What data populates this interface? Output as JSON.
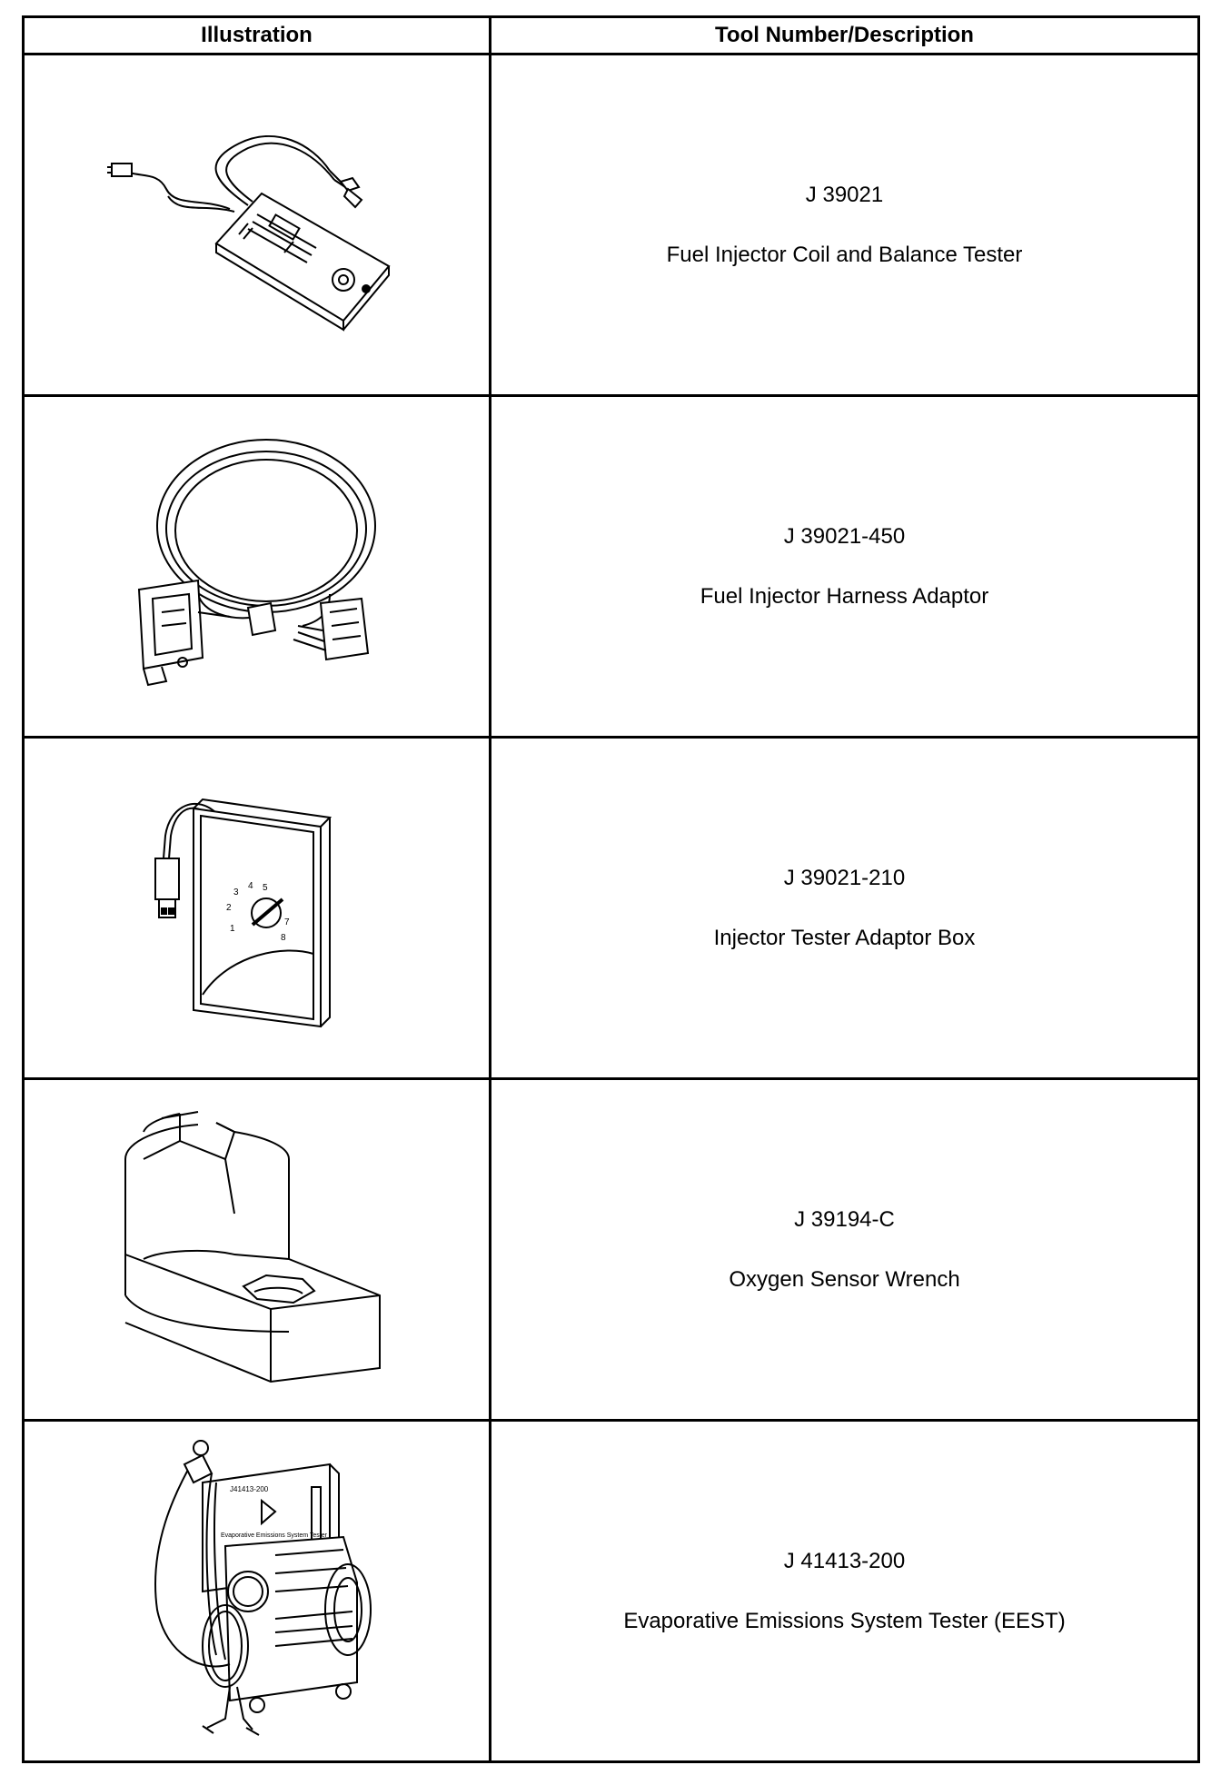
{
  "table": {
    "headers": [
      "Illustration",
      "Tool Number/Description"
    ],
    "rows": [
      {
        "number": "J 39021",
        "description": "Fuel Injector Coil and Balance Tester",
        "icon": "injector-balance-tester-icon"
      },
      {
        "number": "J 39021-450",
        "description": "Fuel Injector Harness Adaptor",
        "icon": "harness-adaptor-icon"
      },
      {
        "number": "J 39021-210",
        "description": "Injector Tester Adaptor Box",
        "icon": "adaptor-box-icon",
        "dial_labels": [
          "1",
          "2",
          "3",
          "4",
          "5",
          "7",
          "8"
        ]
      },
      {
        "number": "J 39194-C",
        "description": "Oxygen Sensor Wrench",
        "icon": "oxygen-sensor-wrench-icon"
      },
      {
        "number": "J 41413-200",
        "description": "Evaporative Emissions System Tester (EEST)",
        "icon": "eest-icon",
        "device_labels": [
          "J41413-200",
          "Evaporative Emissions System Tester"
        ]
      }
    ]
  }
}
